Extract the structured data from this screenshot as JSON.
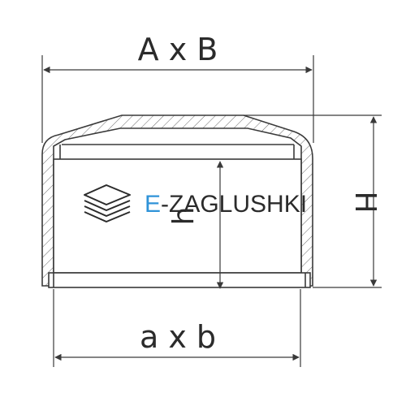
{
  "dimensions": {
    "outer_width_label": "A x B",
    "inner_width_label": "a x b",
    "outer_height_label": "H",
    "inner_height_label": "h"
  },
  "watermark": {
    "brand_prefix": "E",
    "brand_rest": "-ZAGLUSHKI",
    "icon": "stacked-layers-icon"
  },
  "colors": {
    "line": "#3a3a3a",
    "accent": "#2f93d8",
    "watermark_text": "#2b2b2b"
  }
}
